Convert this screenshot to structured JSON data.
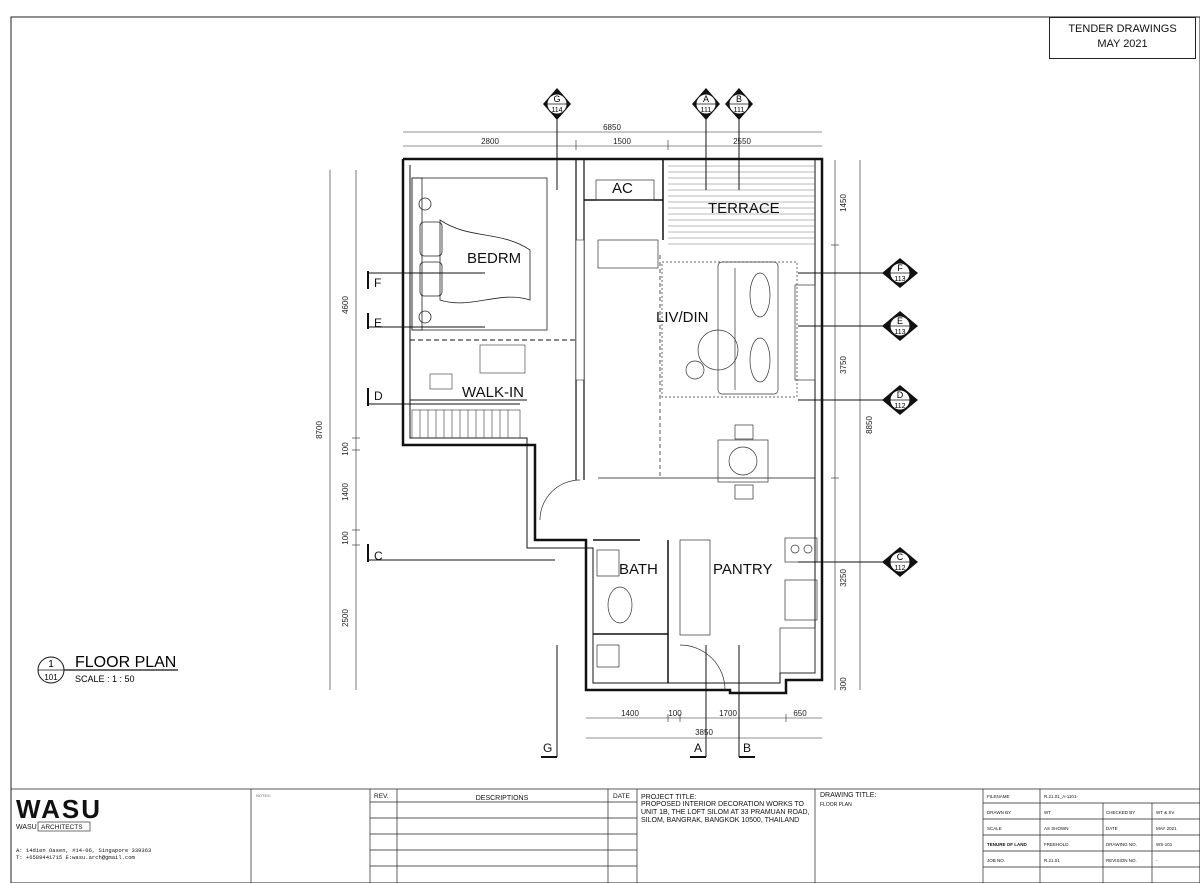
{
  "stamp": {
    "line1": "TENDER DRAWINGS",
    "line2": "MAY 2021"
  },
  "rooms": {
    "bedroom": "BEDRM",
    "living": "LIV/DIN",
    "walkin": "WALK-IN",
    "terrace": "TERRACE",
    "ac": "AC",
    "bath": "BATH",
    "pantry": "PANTRY"
  },
  "dims": {
    "top_total": "6850",
    "top_1": "2800",
    "top_2": "1500",
    "top_3": "2550",
    "left_total": "8700",
    "left_1": "4600",
    "left_2": "100",
    "left_3": "1400",
    "left_4": "100",
    "left_5": "2500",
    "right_1": "1450",
    "right_2": "3750",
    "right_total": "8850",
    "right_3": "3250",
    "right_4": "300",
    "bottom_1": "1400",
    "bottom_2": "100",
    "bottom_3": "1700",
    "bottom_4": "650",
    "bottom_total": "3850"
  },
  "sections": {
    "top_g": {
      "letter": "G",
      "num": "114"
    },
    "top_a": {
      "letter": "A",
      "num": "111"
    },
    "top_b": {
      "letter": "B",
      "num": "111"
    },
    "right_f": {
      "letter": "F",
      "num": "113"
    },
    "right_e": {
      "letter": "E",
      "num": "113"
    },
    "right_d": {
      "letter": "D",
      "num": "112"
    },
    "right_c": {
      "letter": "C",
      "num": "112"
    },
    "left_f": "F",
    "left_e": "E",
    "left_d": "D",
    "left_c": "C",
    "bot_g": "G",
    "bot_a": "A",
    "bot_b": "B"
  },
  "title_tag": {
    "num": "1",
    "sheet": "101",
    "title": "FLOOR PLAN",
    "scale": "SCALE : 1 : 50"
  },
  "titleblock": {
    "logo": "WASU",
    "logo_sub": "WASU",
    "logo_sub2": "ARCHITECTS",
    "address": "A: 14dien Oasen, #14-06, Singapore 339363",
    "phone": "T: +6589441715 E:wasu.arch@gmail.com",
    "notes": "NOTES:",
    "rev_head": "REV.",
    "desc_head": "DESCRIPTIONS",
    "date_head": "DATE",
    "project_head": "PROJECT TITLE:",
    "project_text": "PROPOSED INTERIOR DECORATION WORKS TO UNIT 1B, THE LOFT SILOM AT 33 PRAMUAN ROAD, SILOM, BANGRAK, BANGKOK 10500, THAILAND",
    "drawing_head": "DRAWING TITLE:",
    "drawing_text": "FLOOR PLAN",
    "filename_k": "FILENAME",
    "filename_v": "R.21.01_A-1101-",
    "drawnby_k": "DRAWN BY",
    "drawnby_v": "WT",
    "checked_k": "CHECKED BY",
    "checked_v": "WT & SV",
    "scale_k": "SCALE",
    "scale_v": "AS SHOWN",
    "date_k": "DATE",
    "date_v": "MAY 2021",
    "tenure_k": "TENURE OF LAND",
    "tenure_v": "FREEHOLD",
    "drawno_k": "DRAWING NO.",
    "drawno_v": "WS-101",
    "jobno_k": "JOB NO.",
    "jobno_v": "R.21.01",
    "revno_k": "REVISION NO.",
    "revno_v": "-"
  }
}
